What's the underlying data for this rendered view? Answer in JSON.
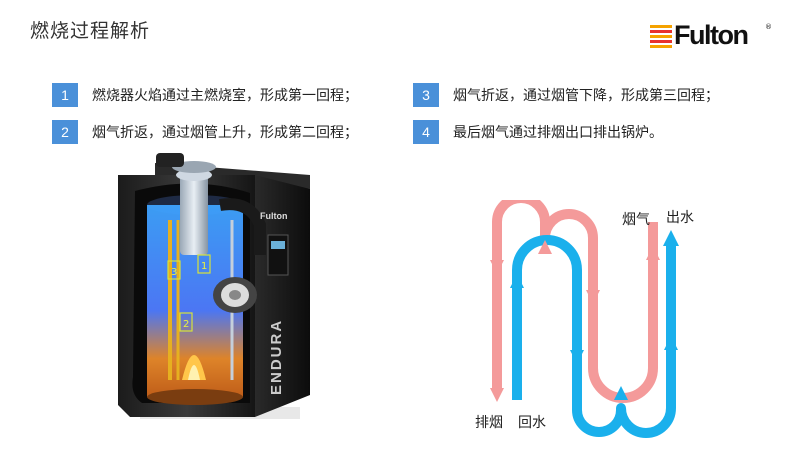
{
  "slide": {
    "title": "燃烧过程解析"
  },
  "logo": {
    "text": "Fulton",
    "mark": "®"
  },
  "steps": [
    {
      "num": "1",
      "text": "燃烧器火焰通过主燃烧室，形成第一回程；"
    },
    {
      "num": "2",
      "text": "烟气折返，通过烟管上升，形成第二回程；"
    },
    {
      "num": "3",
      "text": "烟气折返，通过烟管下降，形成第三回程；"
    },
    {
      "num": "4",
      "text": "最后烟气通过排烟出口排出锅炉。"
    }
  ],
  "boiler": {
    "side_brand": "Fulton",
    "side_model": "ENDURA",
    "markers": [
      "1",
      "2",
      "3"
    ]
  },
  "flow": {
    "labels": {
      "flue_gas": "烟气",
      "water_out": "出水",
      "exhaust": "排烟",
      "water_return": "回水"
    }
  },
  "colors": {
    "accent": "#4a90d9",
    "flue_gas": "#f49a9a",
    "water": "#1ab0ec",
    "logo_red": "#e8312e",
    "logo_yellow": "#f5a200"
  }
}
